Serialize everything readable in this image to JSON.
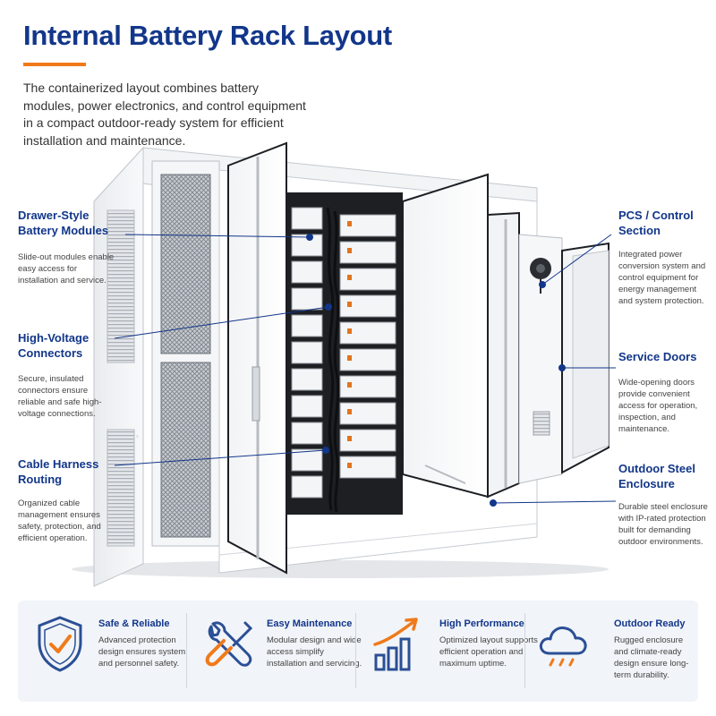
{
  "title": "Internal Battery Rack Layout",
  "intro": "The containerized layout combines battery modules, power electronics, and control equipment in a compact outdoor-ready system for efficient installation and maintenance.",
  "callouts_left": [
    {
      "title": "Drawer-Style Battery Modules",
      "text": "Slide-out modules enable easy access for installation and service."
    },
    {
      "title": "High-Voltage Connectors",
      "text": "Secure, insulated connectors ensure reliable and safe high-voltage connections."
    },
    {
      "title": "Cable Harness Routing",
      "text": "Organized cable management ensures safety, protection, and efficient operation."
    }
  ],
  "callouts_right": [
    {
      "title": "PCS / Control Section",
      "text": "Integrated power conversion system and control equipment for energy management and system protection."
    },
    {
      "title": "Service Doors",
      "text": "Wide-opening doors provide convenient access for operation, inspection, and maintenance."
    },
    {
      "title": "Outdoor Steel Enclosure",
      "text": "Durable steel enclosure with IP-rated protection built for demanding outdoor environments."
    }
  ],
  "features": [
    {
      "title": "Safe & Reliable",
      "text": "Advanced protection design ensures system and personnel safety.",
      "icon": "shield-check-icon"
    },
    {
      "title": "Easy Maintenance",
      "text": "Modular design and wide access simplify installation and servicing.",
      "icon": "wrench-screwdriver-icon"
    },
    {
      "title": "High Performance",
      "text": "Optimized layout supports efficient operation and maximum uptime.",
      "icon": "bar-chart-arrow-icon"
    },
    {
      "title": "Outdoor Ready",
      "text": "Rugged enclosure and climate-ready design ensure long-term durability.",
      "icon": "rain-cloud-icon"
    }
  ],
  "colors": {
    "accent_orange": "#f07a1a",
    "brand_navy": "#12368a",
    "icon_blue": "#2b4f95",
    "panel_bg": "#f1f4f8"
  }
}
